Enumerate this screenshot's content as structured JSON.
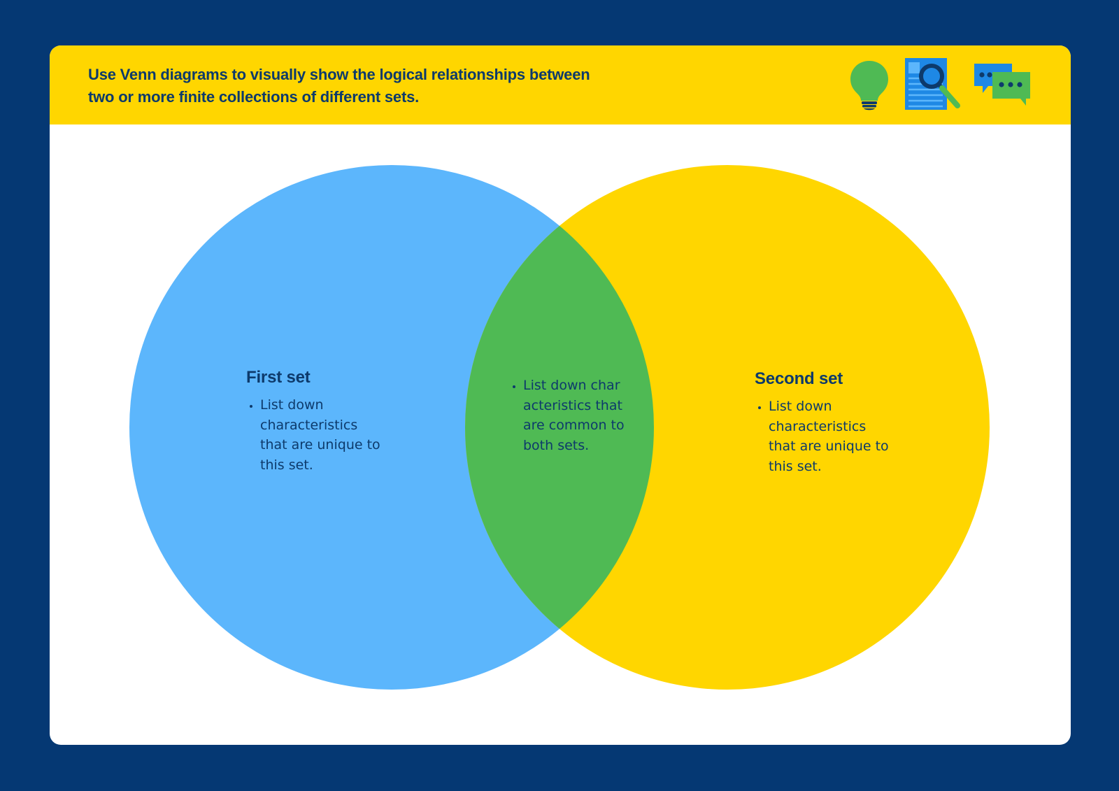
{
  "banner": {
    "text": "Use Venn diagrams to visually show the logical relationships between two or more finite collections of different sets.",
    "icons": [
      "lightbulb-icon",
      "document-search-icon",
      "chat-bubbles-icon"
    ]
  },
  "colors": {
    "background": "#053873",
    "banner": "#ffd600",
    "first_set": "#5cb6fc",
    "second_set": "#ffd600",
    "overlap": "#4fba54",
    "text": "#0d3a6b"
  },
  "sets": {
    "first": {
      "title": "First set",
      "items": [
        "List down characteristics that are unique to this set."
      ]
    },
    "overlap": {
      "items": [
        "List down characteristics that are common to both sets."
      ]
    },
    "second": {
      "title": "Second set",
      "items": [
        "List down characteristics that are unique to this set."
      ]
    }
  }
}
